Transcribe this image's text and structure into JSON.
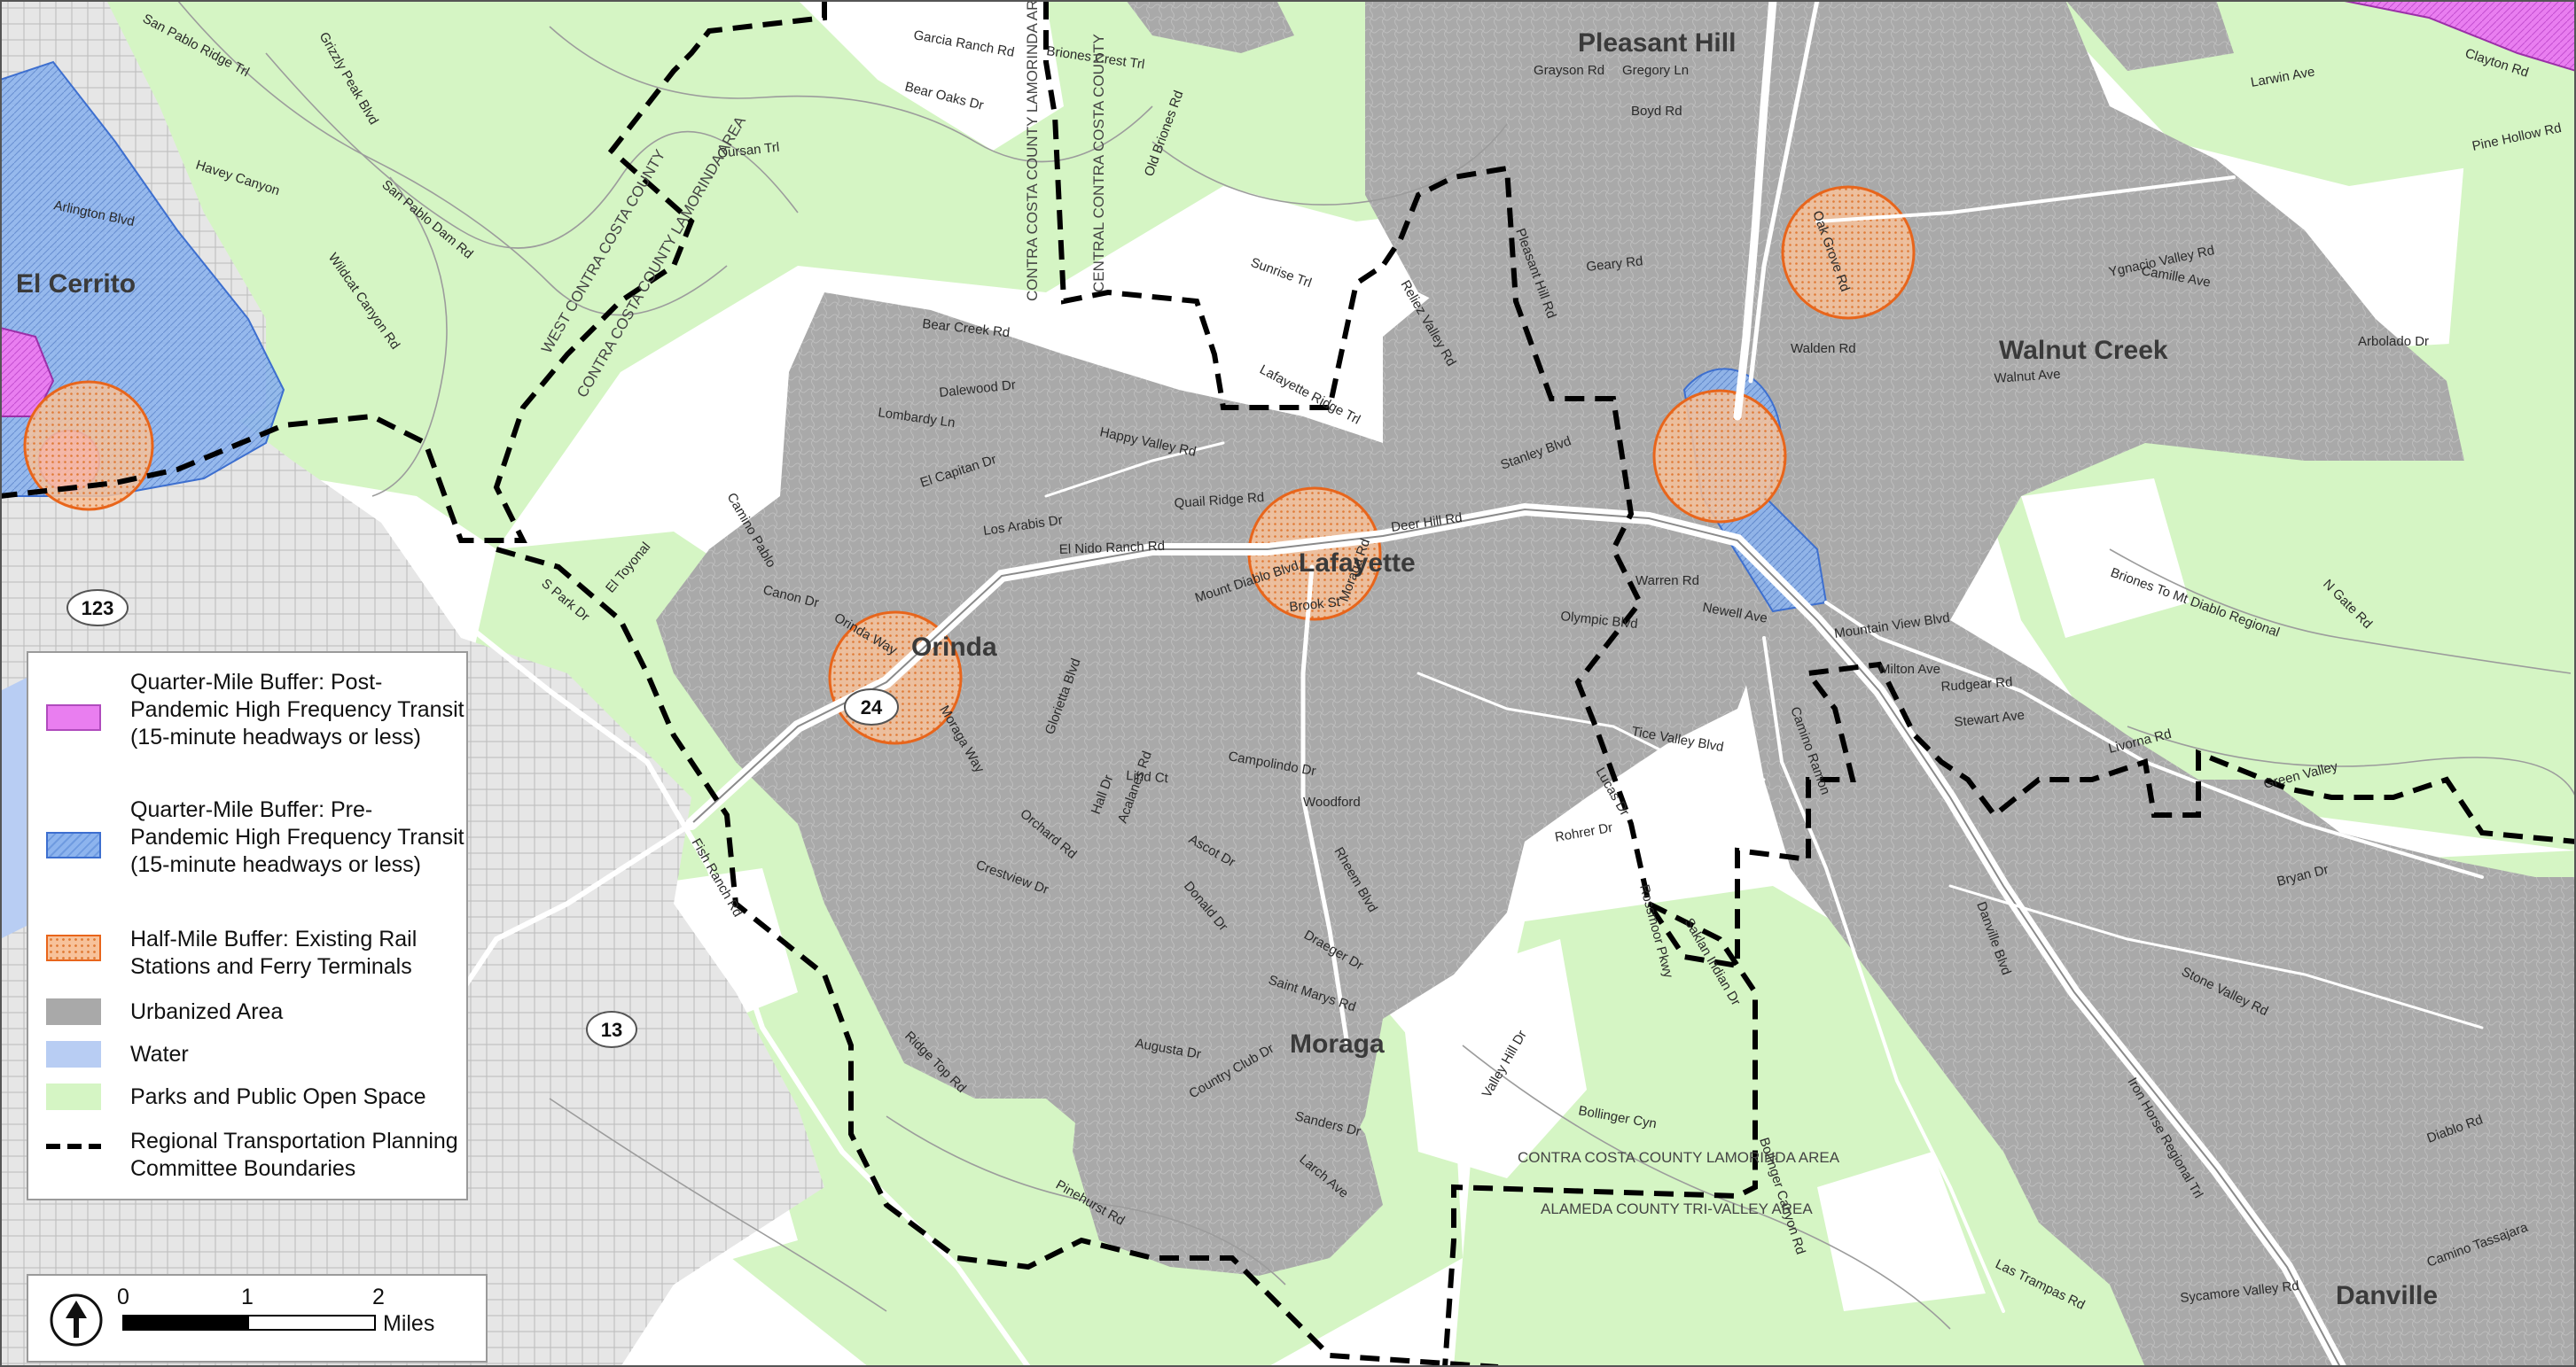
{
  "colors": {
    "background": "#ffffff",
    "urbanized": "#a9a9a9",
    "parks": "#d5f5c4",
    "water": "#b8cdf3",
    "post_pandemic": "#e97ef0",
    "pre_pandemic": "#8db4ee",
    "half_mile": "#f3a56c",
    "boundary": "#000000"
  },
  "places": [
    "Pleasant Hill",
    "Walnut Creek",
    "El Cerrito",
    "Lafayette",
    "Orinda",
    "Moraga",
    "Danville"
  ],
  "streets": [
    "San Pablo Ridge Trl",
    "Garcia Ranch Rd",
    "Briones Crest Trl",
    "Bear Oaks Dr",
    "Oursan Trl",
    "Havey Canyon",
    "Arlington Blvd",
    "San Pablo Dam Rd",
    "Bear Creek Rd",
    "Dalewood Dr",
    "Lombardy Ln",
    "Happy Valley Rd",
    "Quail Ridge Rd",
    "Los Arabis Dr",
    "El Nido Ranch Rd",
    "Mount Diablo Blvd",
    "Deer Hill Rd",
    "Brook St",
    "Moraga Rd",
    "Olympic Blvd",
    "Camino Pablo",
    "Canon Dr",
    "Orinda Way",
    "Glorietta Blvd",
    "Lind Ct",
    "Campolindo Dr",
    "Woodford",
    "Ascot Dr",
    "Rheem Blvd",
    "Saint Marys Rd",
    "Donald Dr",
    "Draeger Dr",
    "Augusta Dr",
    "Country Club Dr",
    "Sanders Dr",
    "Larch Ave",
    "Bollinger Cyn",
    "Bollinger Canyon Rd",
    "Ridge Top Rd",
    "Pinehurst Rd",
    "Valley Hill Dr",
    "Fish Ranch Rd",
    "Grayson Rd",
    "Gregory Ln",
    "Boyd Rd",
    "Geary Rd",
    "Walden Rd",
    "Oak Grove Rd",
    "Ygnacio Valley Rd",
    "Walnut Ave",
    "Rudgear Rd",
    "Milton Ave",
    "Stewart Ave",
    "Green Valley",
    "Iron Horse Regional Trl",
    "Danville Blvd",
    "Diablo Rd",
    "Camino Tassajara",
    "Stone Valley Rd",
    "Sycamore Valley Rd",
    "Camille Ave",
    "Las Trampas Rd",
    "Briones To Mt Diablo Regional",
    "N Gate Rd",
    "Arbolado Dr",
    "Pine Hollow Rd",
    "Clayton Rd",
    "Larwin Ave",
    "Tice Valley Blvd",
    "Saklan Indian Dr",
    "Rossmoor Pkwy",
    "Warren Rd",
    "Newell Ave",
    "Stanley Blvd",
    "Pleasant Hill Rd",
    "Reliez Valley Rd",
    "Mountain View Blvd",
    "Lafayette Ridge Trl",
    "Sunrise Trl",
    "Old Briones Rd",
    "El Toyonal",
    "S Park Dr",
    "Wildcat Canyon Rd",
    "Grizzly Peak Blvd",
    "Lucas Dr",
    "Rohrer Dr",
    "Camino Ramon",
    "Livorna Rd",
    "Bryan Dr",
    "El Capitan Dr",
    "Orchard Rd",
    "Moraga Way",
    "Acalanes Rd",
    "Hall Dr",
    "Crestview Dr"
  ],
  "area_labels": [
    "WEST CONTRA COSTA COUNTY",
    "CONTRA COSTA COUNTY LAMORINDA AREA",
    "CONTRA COSTA COUNTY LAMORINDA AREA",
    "CENTRAL CONTRA COSTA COUNTY",
    "CONTRA COSTA COUNTY LAMORINDA AREA",
    "ALAMEDA COUNTY TRI-VALLEY AREA"
  ],
  "highway_shields": [
    "123",
    "24",
    "13"
  ],
  "legend": {
    "items": [
      {
        "label": "Quarter-Mile Buffer: Post-Pandemic High Frequency Transit (15-minute headways or less)"
      },
      {
        "label": "Quarter-Mile Buffer: Pre-Pandemic High Frequency Transit (15-minute headways or less)"
      },
      {
        "label": "Half-Mile Buffer: Existing Rail Stations and Ferry Terminals"
      },
      {
        "label": "Urbanized Area"
      },
      {
        "label": "Water"
      },
      {
        "label": "Parks and Public Open Space"
      },
      {
        "label": "Regional Transportation Planning Committee Boundaries"
      }
    ]
  },
  "scalebar": {
    "ticks": [
      "0",
      "1",
      "2"
    ],
    "unit": "Miles",
    "north_icon": "north-arrow-icon"
  }
}
